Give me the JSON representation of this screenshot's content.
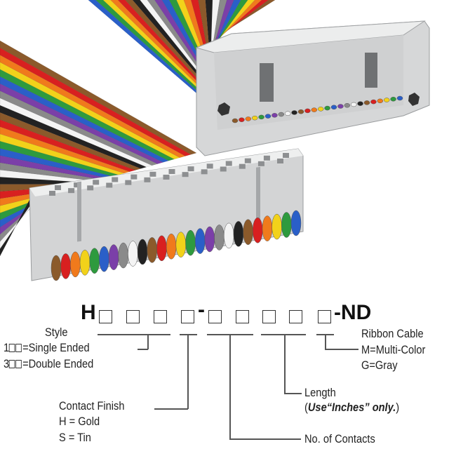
{
  "part_number": {
    "prefix": "H",
    "suffix": "-ND",
    "separator": "-",
    "boxes_first": 4,
    "boxes_second": 5
  },
  "labels": {
    "style": {
      "title": "Style",
      "opt1_prefix": "1",
      "opt1_text": "=Single Ended",
      "opt2_prefix": "3",
      "opt2_text": "=Double Ended"
    },
    "contact_finish": {
      "title": "Contact Finish",
      "opt1": "H = Gold",
      "opt2": "S = Tin"
    },
    "contacts": {
      "title": "No. of Contacts"
    },
    "length": {
      "title": "Length",
      "note_open": "(",
      "note_bold": "Use“Inches” only.",
      "note_close": ")"
    },
    "ribbon": {
      "title": "Ribbon Cable",
      "opt1": "M=Multi-Color",
      "opt2": "G=Gray"
    }
  },
  "colors": {
    "ribbon": [
      "#8b5a2b",
      "#d82020",
      "#f07a1c",
      "#f2d21a",
      "#2e9a3e",
      "#2a5fc8",
      "#7b3fa8",
      "#8a8a8a",
      "#f4f4f4",
      "#222222"
    ],
    "connector": "#d9dadb",
    "connector_dark": "#a9abad"
  }
}
